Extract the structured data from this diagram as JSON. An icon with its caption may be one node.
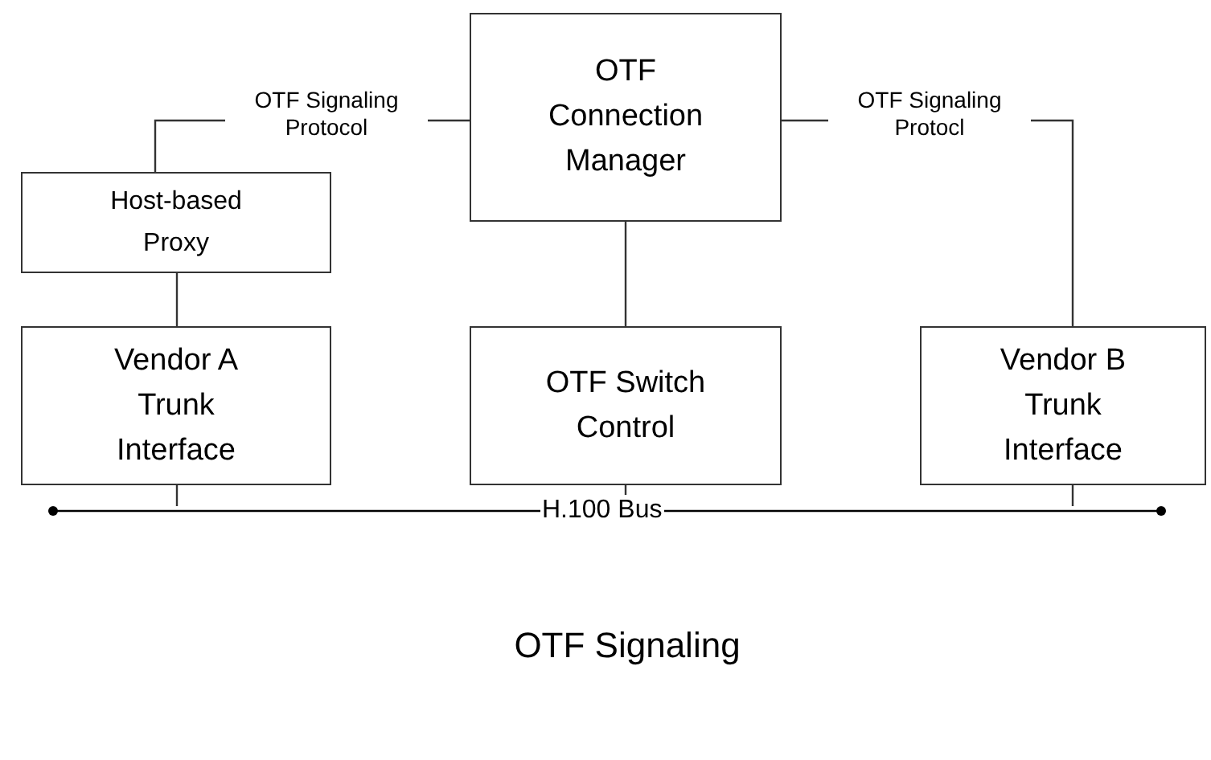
{
  "diagram": {
    "caption": "OTF Signaling",
    "nodes": [
      {
        "text": [
          "OTF Connection Manager"
        ]
      },
      {
        "text": [
          "Host-based Proxy"
        ]
      },
      {
        "text": [
          "Vendor A Trunk Interface"
        ]
      },
      {
        "text": [
          "OTF Switch Control"
        ]
      },
      {
        "text": [
          "Vendor B Trunk Interface"
        ]
      },
      {
        "text": [],
        "shape": "bar"
      }
    ],
    "edges": [
      {
        "from": 0,
        "to": 1,
        "arrow": "none",
        "label": "OTF Signaling Protocol"
      },
      {
        "from": 0,
        "to": 4,
        "arrow": "none",
        "label": "OTF Signaling Protocl"
      },
      {
        "from": 0,
        "to": 3,
        "arrow": "none"
      },
      {
        "from": 1,
        "to": 2,
        "arrow": "none"
      },
      {
        "from": 2,
        "to": 5,
        "arrow": "none"
      },
      {
        "from": 3,
        "to": 5,
        "arrow": "none"
      },
      {
        "from": 4,
        "to": 5,
        "arrow": "none"
      }
    ],
    "labels": [
      "H.100 Bus"
    ]
  }
}
